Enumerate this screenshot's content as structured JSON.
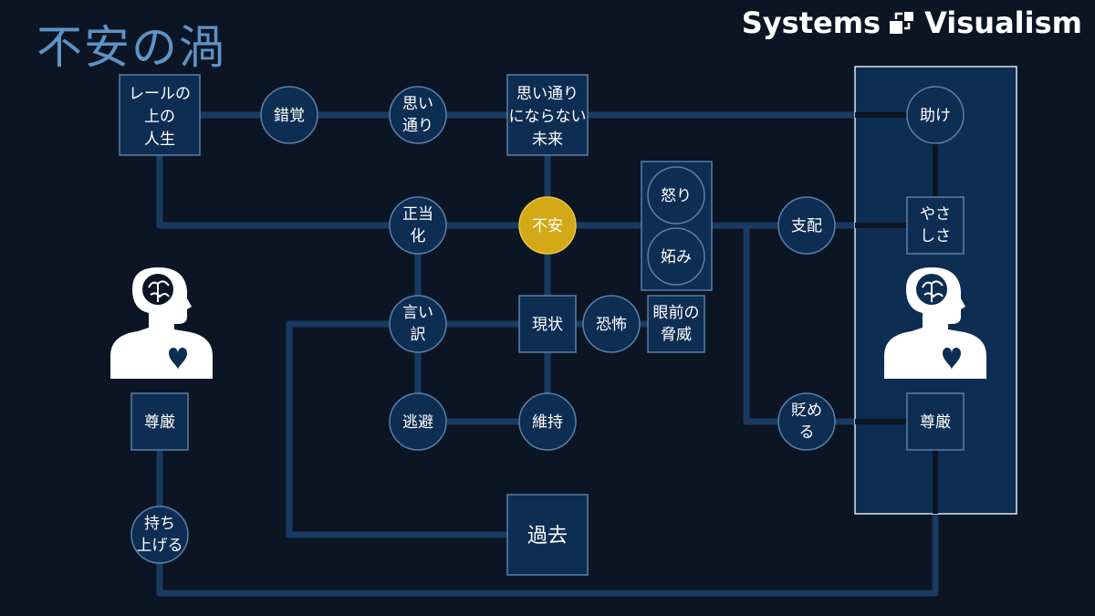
{
  "title": "不安の渦",
  "brand": {
    "left": "Systems",
    "right": "Visualism",
    "icon": "systems-visualism-logo-icon"
  },
  "colors": {
    "background": "#0c1524",
    "line": "#193a61",
    "node_fill": "#0e2d52",
    "node_stroke": "#5a7fa8",
    "highlight_fill": "#d4a917",
    "panel_fill": "#0e2d52",
    "panel_stroke": "#dfe7f0",
    "text": "#ffffff",
    "title": "#5e93c6"
  },
  "nodes": {
    "rail_life": [
      "レールの",
      "上の",
      "人生"
    ],
    "illusion": [
      "錯覚"
    ],
    "as_planned": [
      "思い",
      "通り"
    ],
    "unplanned_future": [
      "思い通り",
      "にならない",
      "未来"
    ],
    "help": [
      "助け"
    ],
    "justification": [
      "正当",
      "化"
    ],
    "anxiety": [
      "不安"
    ],
    "anger": [
      "怒り"
    ],
    "jealousy": [
      "妬み"
    ],
    "domination": [
      "支配"
    ],
    "kindness": [
      "やさ",
      "しさ"
    ],
    "excuse": [
      "言い",
      "訳"
    ],
    "status_quo": [
      "現状"
    ],
    "fear": [
      "恐怖"
    ],
    "imminent_threat": [
      "眼前の",
      "脅威"
    ],
    "avoidance": [
      "逃避"
    ],
    "maintain": [
      "維持"
    ],
    "past": [
      "過去"
    ],
    "dignity_left": [
      "尊厳"
    ],
    "dignity_right": [
      "尊厳"
    ],
    "belittle": [
      "貶め",
      "る"
    ],
    "flatter": [
      "持ち",
      "上げる"
    ]
  },
  "icons": {
    "left_person": "person-brain-heart-icon",
    "right_person": "person-brain-heart-icon"
  }
}
